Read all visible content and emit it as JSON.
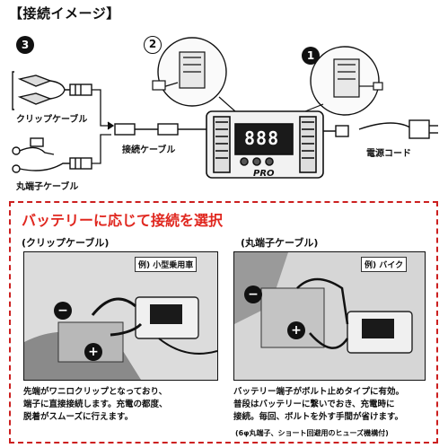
{
  "title": "【接続イメージ】",
  "steps": {
    "one": "1",
    "two": "2",
    "three": "3"
  },
  "labels": {
    "clip_cable": "クリップケーブル",
    "ring_cable": "丸端子ケーブル",
    "connection_cable": "接続ケーブル",
    "power_cord": "電源コード"
  },
  "charger_brand": "PRO",
  "charger_display": "888",
  "section": {
    "heading": "バッテリーに応じて接続を選択",
    "left": {
      "subtitle": "(クリップケーブル)",
      "example": "例) 小型乗用車",
      "description": [
        "先端がワニロクリップとなっており、",
        "端子に直接接続します。充電の都度、",
        "脱着がスムーズに行えます。"
      ]
    },
    "right": {
      "subtitle": "(丸端子ケーブル)",
      "example": "例) バイク",
      "description": [
        "バッテリー端子がボルト止めタイプに有効。",
        "普段はバッテリーに繋いでおき、充電時に",
        "接続。毎回、ボルトを外す手間が省けます。"
      ],
      "note": "(6φ丸端子、ショート回避用のヒューズ機構付)"
    },
    "minus": "−",
    "plus": "+"
  },
  "colors": {
    "accent_red": "#e0271f",
    "dashed_border": "#cc1f1f"
  }
}
